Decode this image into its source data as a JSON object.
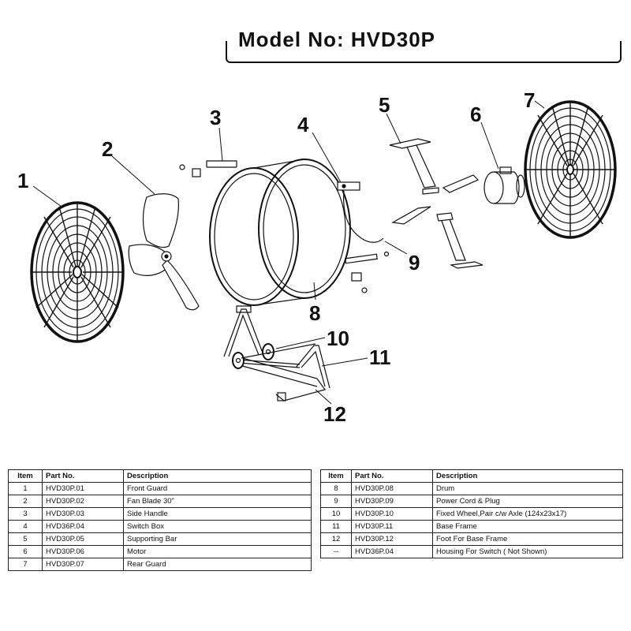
{
  "header": {
    "model_text": "Model No: HVD30P"
  },
  "callouts": [
    "1",
    "2",
    "3",
    "4",
    "5",
    "6",
    "7",
    "8",
    "9",
    "10",
    "11",
    "12"
  ],
  "table_headers": {
    "item": "Item",
    "part_no": "Part No.",
    "description": "Description"
  },
  "parts_left": [
    {
      "item": "1",
      "part_no": "HVD30P.01",
      "description": "Front Guard"
    },
    {
      "item": "2",
      "part_no": "HVD30P.02",
      "description": "Fan Blade 30\""
    },
    {
      "item": "3",
      "part_no": "HVD30P.03",
      "description": "Side Handle"
    },
    {
      "item": "4",
      "part_no": "HVD36P.04",
      "description": "Switch Box"
    },
    {
      "item": "5",
      "part_no": "HVD30P.05",
      "description": "Supporting Bar"
    },
    {
      "item": "6",
      "part_no": "HVD30P.06",
      "description": "Motor"
    },
    {
      "item": "7",
      "part_no": "HVD30P.07",
      "description": "Rear Guard"
    }
  ],
  "parts_right": [
    {
      "item": "8",
      "part_no": "HVD30P.08",
      "description": "Drum"
    },
    {
      "item": "9",
      "part_no": "HVD30P.09",
      "description": "Power Cord & Plug"
    },
    {
      "item": "10",
      "part_no": "HVD30P.10",
      "description": "Fixed Wheel,Pair c/w Axle (124x23x17)"
    },
    {
      "item": "11",
      "part_no": "HVD30P.11",
      "description": "Base Frame"
    },
    {
      "item": "12",
      "part_no": "HVD30P.12",
      "description": "Foot For Base Frame"
    },
    {
      "item": "--",
      "part_no": "HVD36P.04",
      "description": "Housing For Switch ( Not Shown)"
    }
  ]
}
